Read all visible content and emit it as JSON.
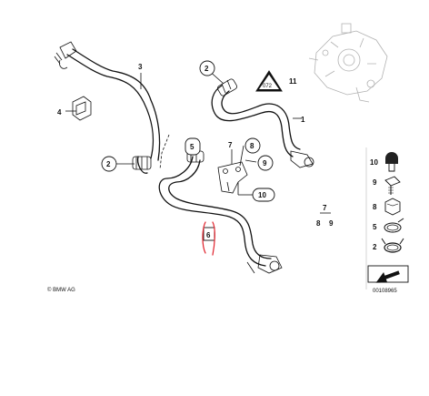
{
  "parts": {
    "p1": "1",
    "p2a": "2",
    "p2b": "2",
    "p3": "3",
    "p4": "4",
    "p5": "5",
    "p6": "6",
    "p7": "7",
    "p8": "8",
    "p9": "9",
    "p10": "10",
    "p11": "11",
    "group7": "7",
    "group8": "8",
    "group9": "9"
  },
  "side_legend": {
    "items": [
      "10",
      "9",
      "8",
      "5",
      "2"
    ]
  },
  "footer": {
    "copyright": "© BMW AG",
    "diagram_code": "00108965"
  },
  "warning_label": "072",
  "colors": {
    "line": "#111111",
    "highlight": "#e0202a",
    "engine_gray": "#8a8a8a"
  }
}
